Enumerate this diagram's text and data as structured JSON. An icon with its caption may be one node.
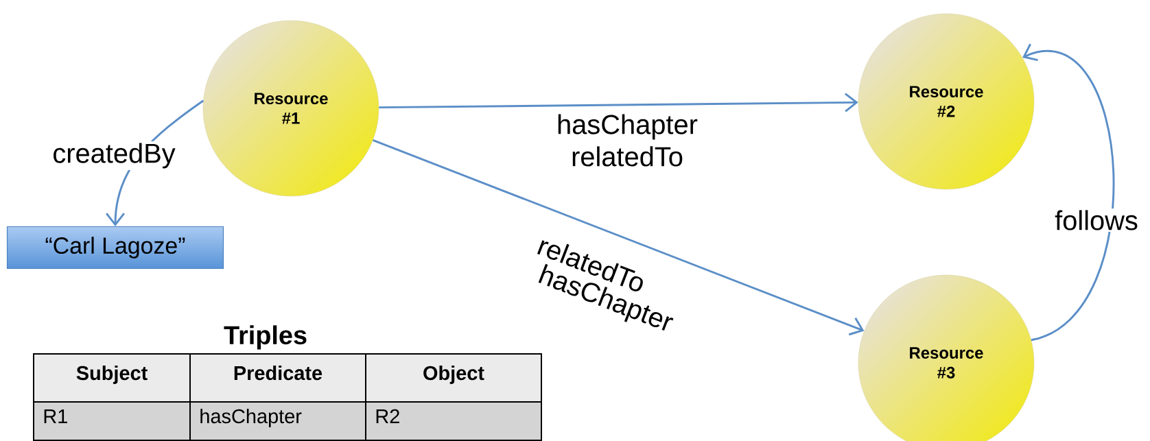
{
  "diagram": {
    "nodes": [
      {
        "text": [
          "Resource #1"
        ]
      },
      {
        "text": [
          "Resource #2"
        ]
      },
      {
        "text": [
          "Resource #3"
        ]
      },
      {
        "text": [
          "“Carl Lagoze”"
        ]
      }
    ],
    "edges": [
      {
        "from": 0,
        "to": 1,
        "arrow": "to",
        "label": "hasChapter"
      },
      {
        "from": 0,
        "to": 2,
        "arrow": "to",
        "label": "relatedTo"
      },
      {
        "from": 0,
        "to": 3,
        "arrow": "to",
        "label": "createdBy"
      },
      {
        "from": 2,
        "to": 1,
        "arrow": "to",
        "label": "follows"
      }
    ],
    "labels": [
      "relatedTo",
      "hasChapter",
      "Triples",
      "Subject",
      "Predicate",
      "Object",
      "R1",
      "hasChapter",
      "R2"
    ]
  }
}
